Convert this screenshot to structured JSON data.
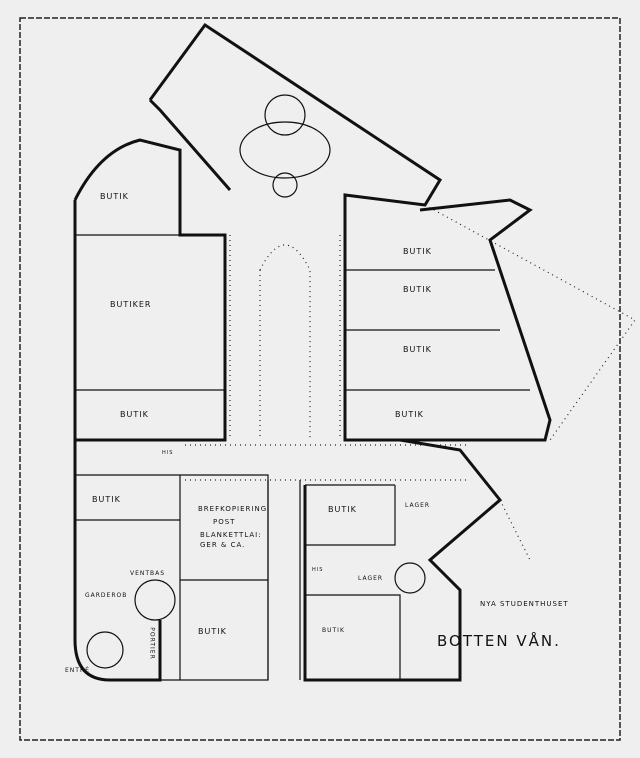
{
  "title": "BOTTEN VÅN.",
  "subtitle": "NYA STUDENTHUSET",
  "rooms": {
    "butik_nw": "BUTIK",
    "butiker": "BUTIKER",
    "butik_w": "BUTIK",
    "butik_sw1": "BUTIK",
    "brefkopiering": "BREFKOPIERING.",
    "post": "POST",
    "blankett1": "BLANKETTLAI:",
    "blankett2": "GER & CA.",
    "butik_sw2": "BUTIK",
    "garderob": "GARDEROB",
    "portier": "PORTIER",
    "entre": "ENTRÉ",
    "vestibul": "VENTBAS",
    "butik_e1": "BUTIK",
    "butik_e2": "BUTIK",
    "butik_e3": "BUTIK",
    "butik_e4": "BUTIK",
    "butik_s1": "BUTIK",
    "lager1": "LAGER",
    "lager2": "LAGER",
    "butik_s2": "BUTIK",
    "hiss1": "HIS",
    "hiss2": "HIS"
  },
  "colors": {
    "ink": "#111111",
    "paper": "#efefef"
  }
}
